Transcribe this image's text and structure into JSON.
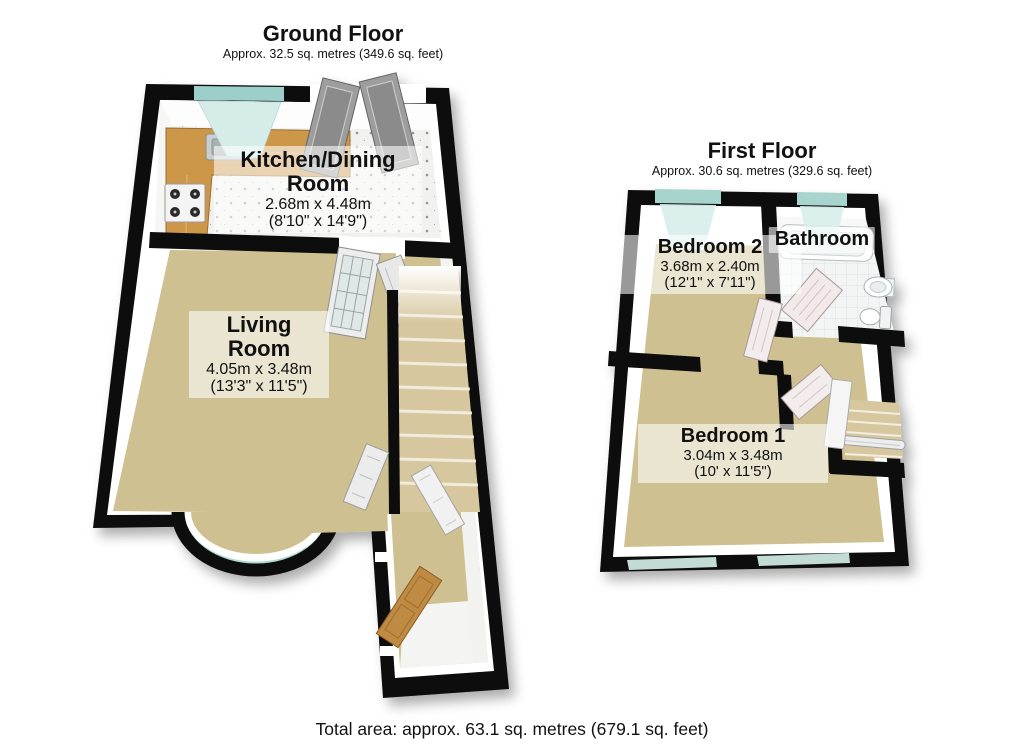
{
  "ground_floor": {
    "title": "Ground Floor",
    "subtitle": "Approx. 32.5 sq. metres (349.6 sq. feet)",
    "rooms": [
      {
        "name": "Kitchen/Dining Room",
        "dims_metric": "2.68m x 4.48m",
        "dims_imperial": "(8'10\" x 14'9\")"
      },
      {
        "name": "Living Room",
        "dims_metric": "4.05m x 3.48m",
        "dims_imperial": "(13'3\" x 11'5\")"
      }
    ]
  },
  "first_floor": {
    "title": "First Floor",
    "subtitle": "Approx. 30.6 sq. metres (329.6 sq. feet)",
    "rooms": [
      {
        "name": "Bedroom 2",
        "dims_metric": "3.68m x 2.40m",
        "dims_imperial": "(12'1\" x 7'11\")"
      },
      {
        "name": "Bathroom"
      },
      {
        "name": "Bedroom 1",
        "dims_metric": "3.04m x 3.48m",
        "dims_imperial": "(10' x 11'5\")"
      }
    ]
  },
  "footer": {
    "total_area": "Total area: approx. 63.1 sq. metres (679.1 sq. feet)"
  },
  "colors": {
    "wall": "#0a0a0a",
    "carpet": "#cec090",
    "stairs": "#d6c79e",
    "kitchen_wood": "#cd9749",
    "window_glass": "#cfe9e4",
    "door_grey": "#9d9d9d",
    "front_door_wood": "#bf8b43",
    "label_background": "rgba(255,255,255,0.58)"
  }
}
